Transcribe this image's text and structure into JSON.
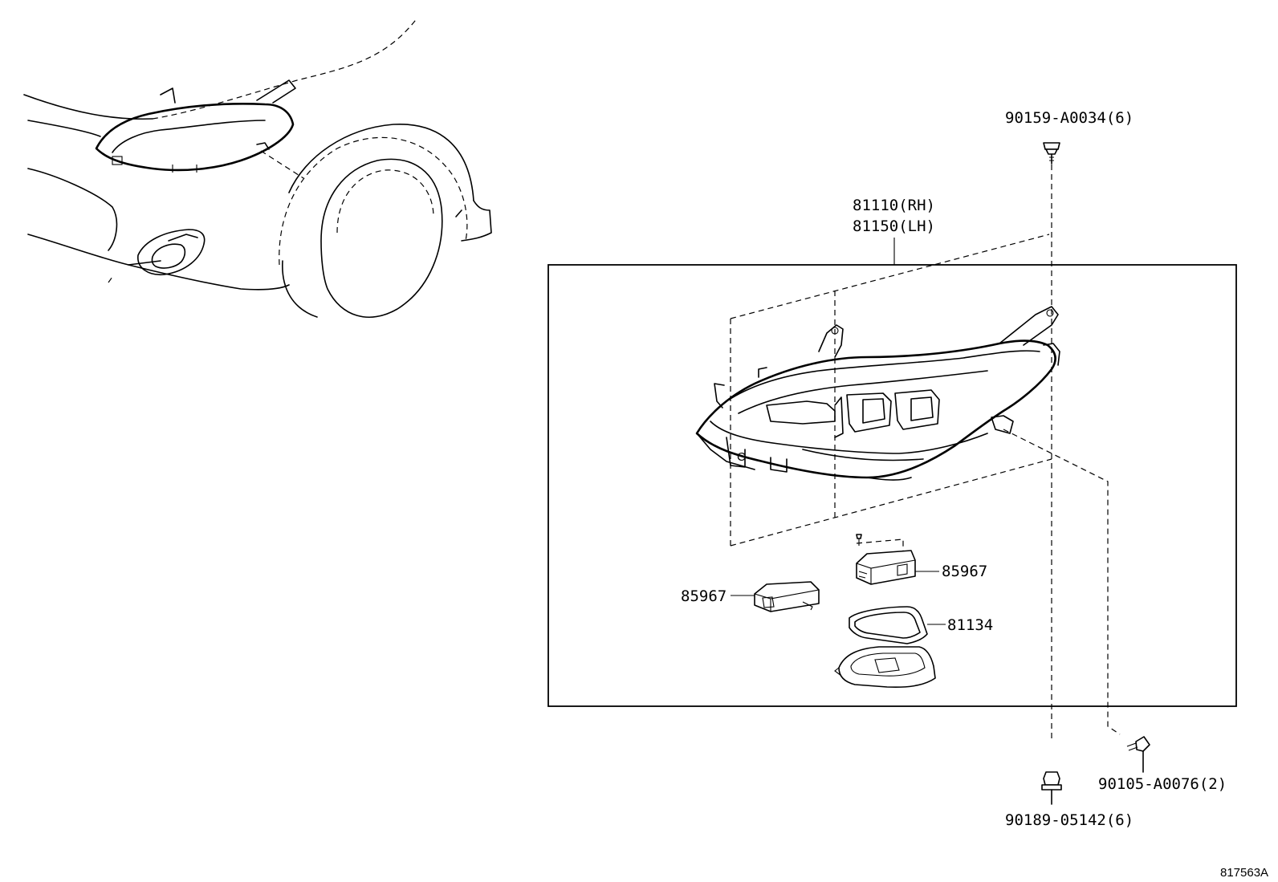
{
  "diagram": {
    "callouts": {
      "bolt_top": "90159-A0034(6)",
      "headlamp_rh": "81110(RH)",
      "headlamp_lh": "81150(LH)",
      "ecu_upper": "85967",
      "ecu_lower": "85967",
      "gasket": "81134",
      "bolt_right": "90105-A0076(2)",
      "clip_bottom": "90189-05142(6)"
    },
    "reference_code": "817563A"
  }
}
